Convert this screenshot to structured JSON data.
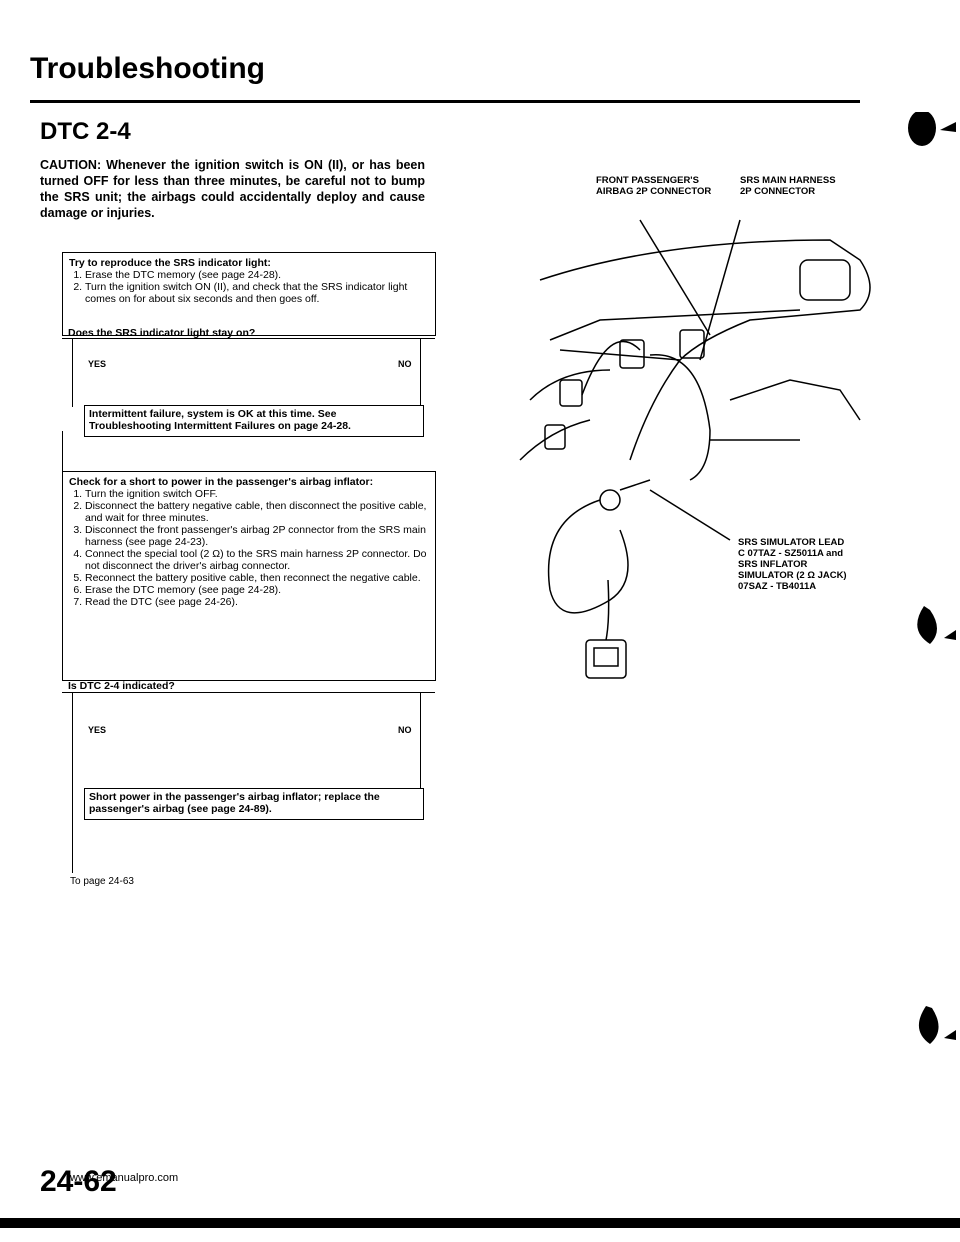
{
  "header": {
    "title": "Troubleshooting",
    "subtitle": "DTC 2-4"
  },
  "caution": "CAUTION: Whenever the ignition switch is ON (II), or has been turned OFF for less than three minutes, be careful not to bump the SRS unit; the airbags could accidentally deploy and cause damage or injuries.",
  "flow": {
    "step1": {
      "heading": "Try to reproduce the SRS indicator light:",
      "items": [
        "Erase the DTC memory (see page 24-28).",
        "Turn the ignition switch ON (II), and check that the SRS indicator light comes on for about six seconds and then goes off."
      ]
    },
    "q1": "Does the SRS indicator light stay on?",
    "yes": "YES",
    "no": "NO",
    "result1": "Intermittent failure, system is OK at this time. See Troubleshooting Intermittent Failures on page 24-28.",
    "step2": {
      "heading": "Check for a short to power in the passenger's airbag inflator:",
      "items": [
        "Turn the ignition switch OFF.",
        "Disconnect the battery negative cable, then disconnect the positive cable, and wait for three minutes.",
        "Disconnect the front passenger's airbag 2P connector from the SRS main harness (see page 24-23).",
        "Connect the special tool (2 Ω) to the SRS main harness 2P connector. Do not disconnect the driver's airbag connector.",
        "Reconnect the battery positive cable, then reconnect the negative cable.",
        "Erase the DTC memory (see page 24-28).",
        "Read the DTC (see page 24-26)."
      ]
    },
    "q2": "Is DTC 2-4 indicated?",
    "result2": "Short power in the passenger's airbag inflator; replace the passenger's airbag (see page 24-89).",
    "to_page": "To page 24-63"
  },
  "figure": {
    "label_airbag": "FRONT PASSENGER'S AIRBAG 2P CONNECTOR",
    "label_harness": "SRS MAIN HARNESS 2P CONNECTOR",
    "label_tool": "SRS SIMULATOR LEAD C 07TAZ - SZ5011A and SRS INFLATOR SIMULATOR (2 Ω JACK) 07SAZ - TB4011A"
  },
  "footer": {
    "page_number": "24-62",
    "url": "www.emanualpro.com"
  }
}
